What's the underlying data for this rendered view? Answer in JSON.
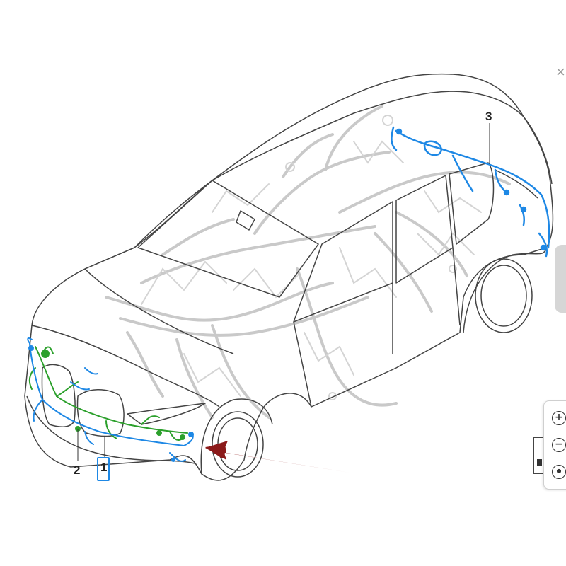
{
  "diagram": {
    "callouts": [
      {
        "id": "1",
        "label": "1"
      },
      {
        "id": "2",
        "label": "2"
      },
      {
        "id": "3",
        "label": "3"
      }
    ],
    "selected_callout": "1",
    "arrow_color": "#8b1a1a",
    "highlight_color": "#1e88e5",
    "harness_colors": {
      "front_blue": "#1e88e5",
      "front_green": "#2ca02c",
      "roof_blue": "#1e88e5",
      "body_gray": "#c8c8c8",
      "outline": "#444444"
    }
  },
  "toolbar": {
    "close_icon": "×",
    "zoom_in_icon": "+",
    "zoom_out_icon": "−",
    "reset_icon": "●"
  }
}
